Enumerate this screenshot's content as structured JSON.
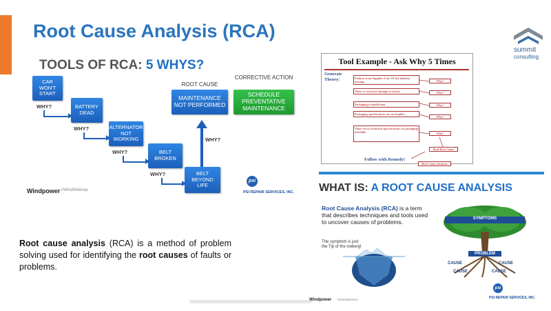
{
  "slide": {
    "title": "Root Cause Analysis (RCA)",
    "logo": {
      "word1": "summit",
      "word2": "consulting",
      "icon": "summit-roof-icon"
    },
    "accent_color": "#ec7a2a",
    "title_color": "#2a74bd"
  },
  "five_whys": {
    "heading_prefix": "TOOLS OF RCA: ",
    "heading_highlight": "5 WHYS?",
    "boxes": [
      "CAR WON'T START",
      "BATTERY DEAD",
      "ALTERNATOR NOT WORKING",
      "BELT BROKEN",
      "BELT BEYOND LIFE"
    ],
    "why_label": "WHY?",
    "root_cause_label": "ROOT CAUSE",
    "root_cause_box": "MAINTENANCE NOT PERFORMED",
    "corrective_label": "CORRECTIVE ACTION",
    "corrective_box": "SCHEDULE PREVENTATIVE MAINTENANCE",
    "footer_brand": "Windpower",
    "footer_tag": "#WindWebinar",
    "psi_logo": "psi",
    "psi_name": "PSI REPAIR SERVICES, INC."
  },
  "tool_example": {
    "title": "Tool Example - Ask Why 5 Times",
    "generate": "Generate Theory:",
    "facts": [
      "Failures from Supplier A are 2X the industry average.",
      "There is excessive damage in transit.",
      "Packaging is insufficient.",
      "Packaging specifications are incomplete.",
      "There are no technical specifications for packaging available."
    ],
    "why": "Why?",
    "real_root_cause": "Real Root Cause",
    "follow": "Follow with Remedy!",
    "rca_box": "Root Cause Analysis"
  },
  "what_is": {
    "heading_prefix": "WHAT IS: ",
    "heading_highlight": "A ROOT CAUSE ANALYSIS",
    "desc_bold": "Root Cause Analysis (RCA)",
    "desc_rest": " is a term that describes techniques and tools used to uncover causes of problems.",
    "symptom_note": "The symptom is just the Tip of the iceberg!",
    "symptoms": "SYMPTOMS",
    "problem": "PROBLEM",
    "cause": "CAUSE",
    "footer_brand": "Windpower",
    "footer_tag": "#WindWebinar",
    "psi_logo": "psi",
    "psi_name": "PSI REPAIR SERVICES, INC."
  },
  "body": {
    "bold1": "Root cause analysis",
    "text1": " (RCA) is a method  of problem solving used for identifying  the ",
    "bold2": "root causes",
    "text2": " of faults or problems."
  }
}
